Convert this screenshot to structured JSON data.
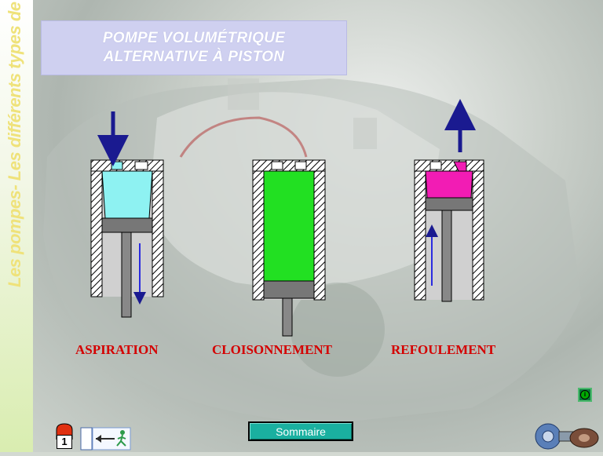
{
  "sidebar": {
    "vertical_title": "Les pompes- Les différents types de pompes"
  },
  "header": {
    "title_line1": "POMPE VOLUMÉTRIQUE",
    "title_line2": "ALTERNATIVE À PISTON"
  },
  "phases": [
    {
      "label": "ASPIRATION",
      "fluid_color": "#8ef2f2"
    },
    {
      "label": "CLOISONNEMENT",
      "fluid_color": "#22e022"
    },
    {
      "label": "REFOULEMENT",
      "fluid_color": "#f21cb4"
    }
  ],
  "colors": {
    "label_red": "#d40000",
    "arrow_blue": "#1a1a90",
    "title_box": "#cfd0f0",
    "sommaire_button": "#1ab0a0"
  },
  "footer": {
    "page_number": "1",
    "sommaire_label": "Sommaire",
    "info_icon": "info-icon",
    "exit_icon": "exit-icon"
  }
}
